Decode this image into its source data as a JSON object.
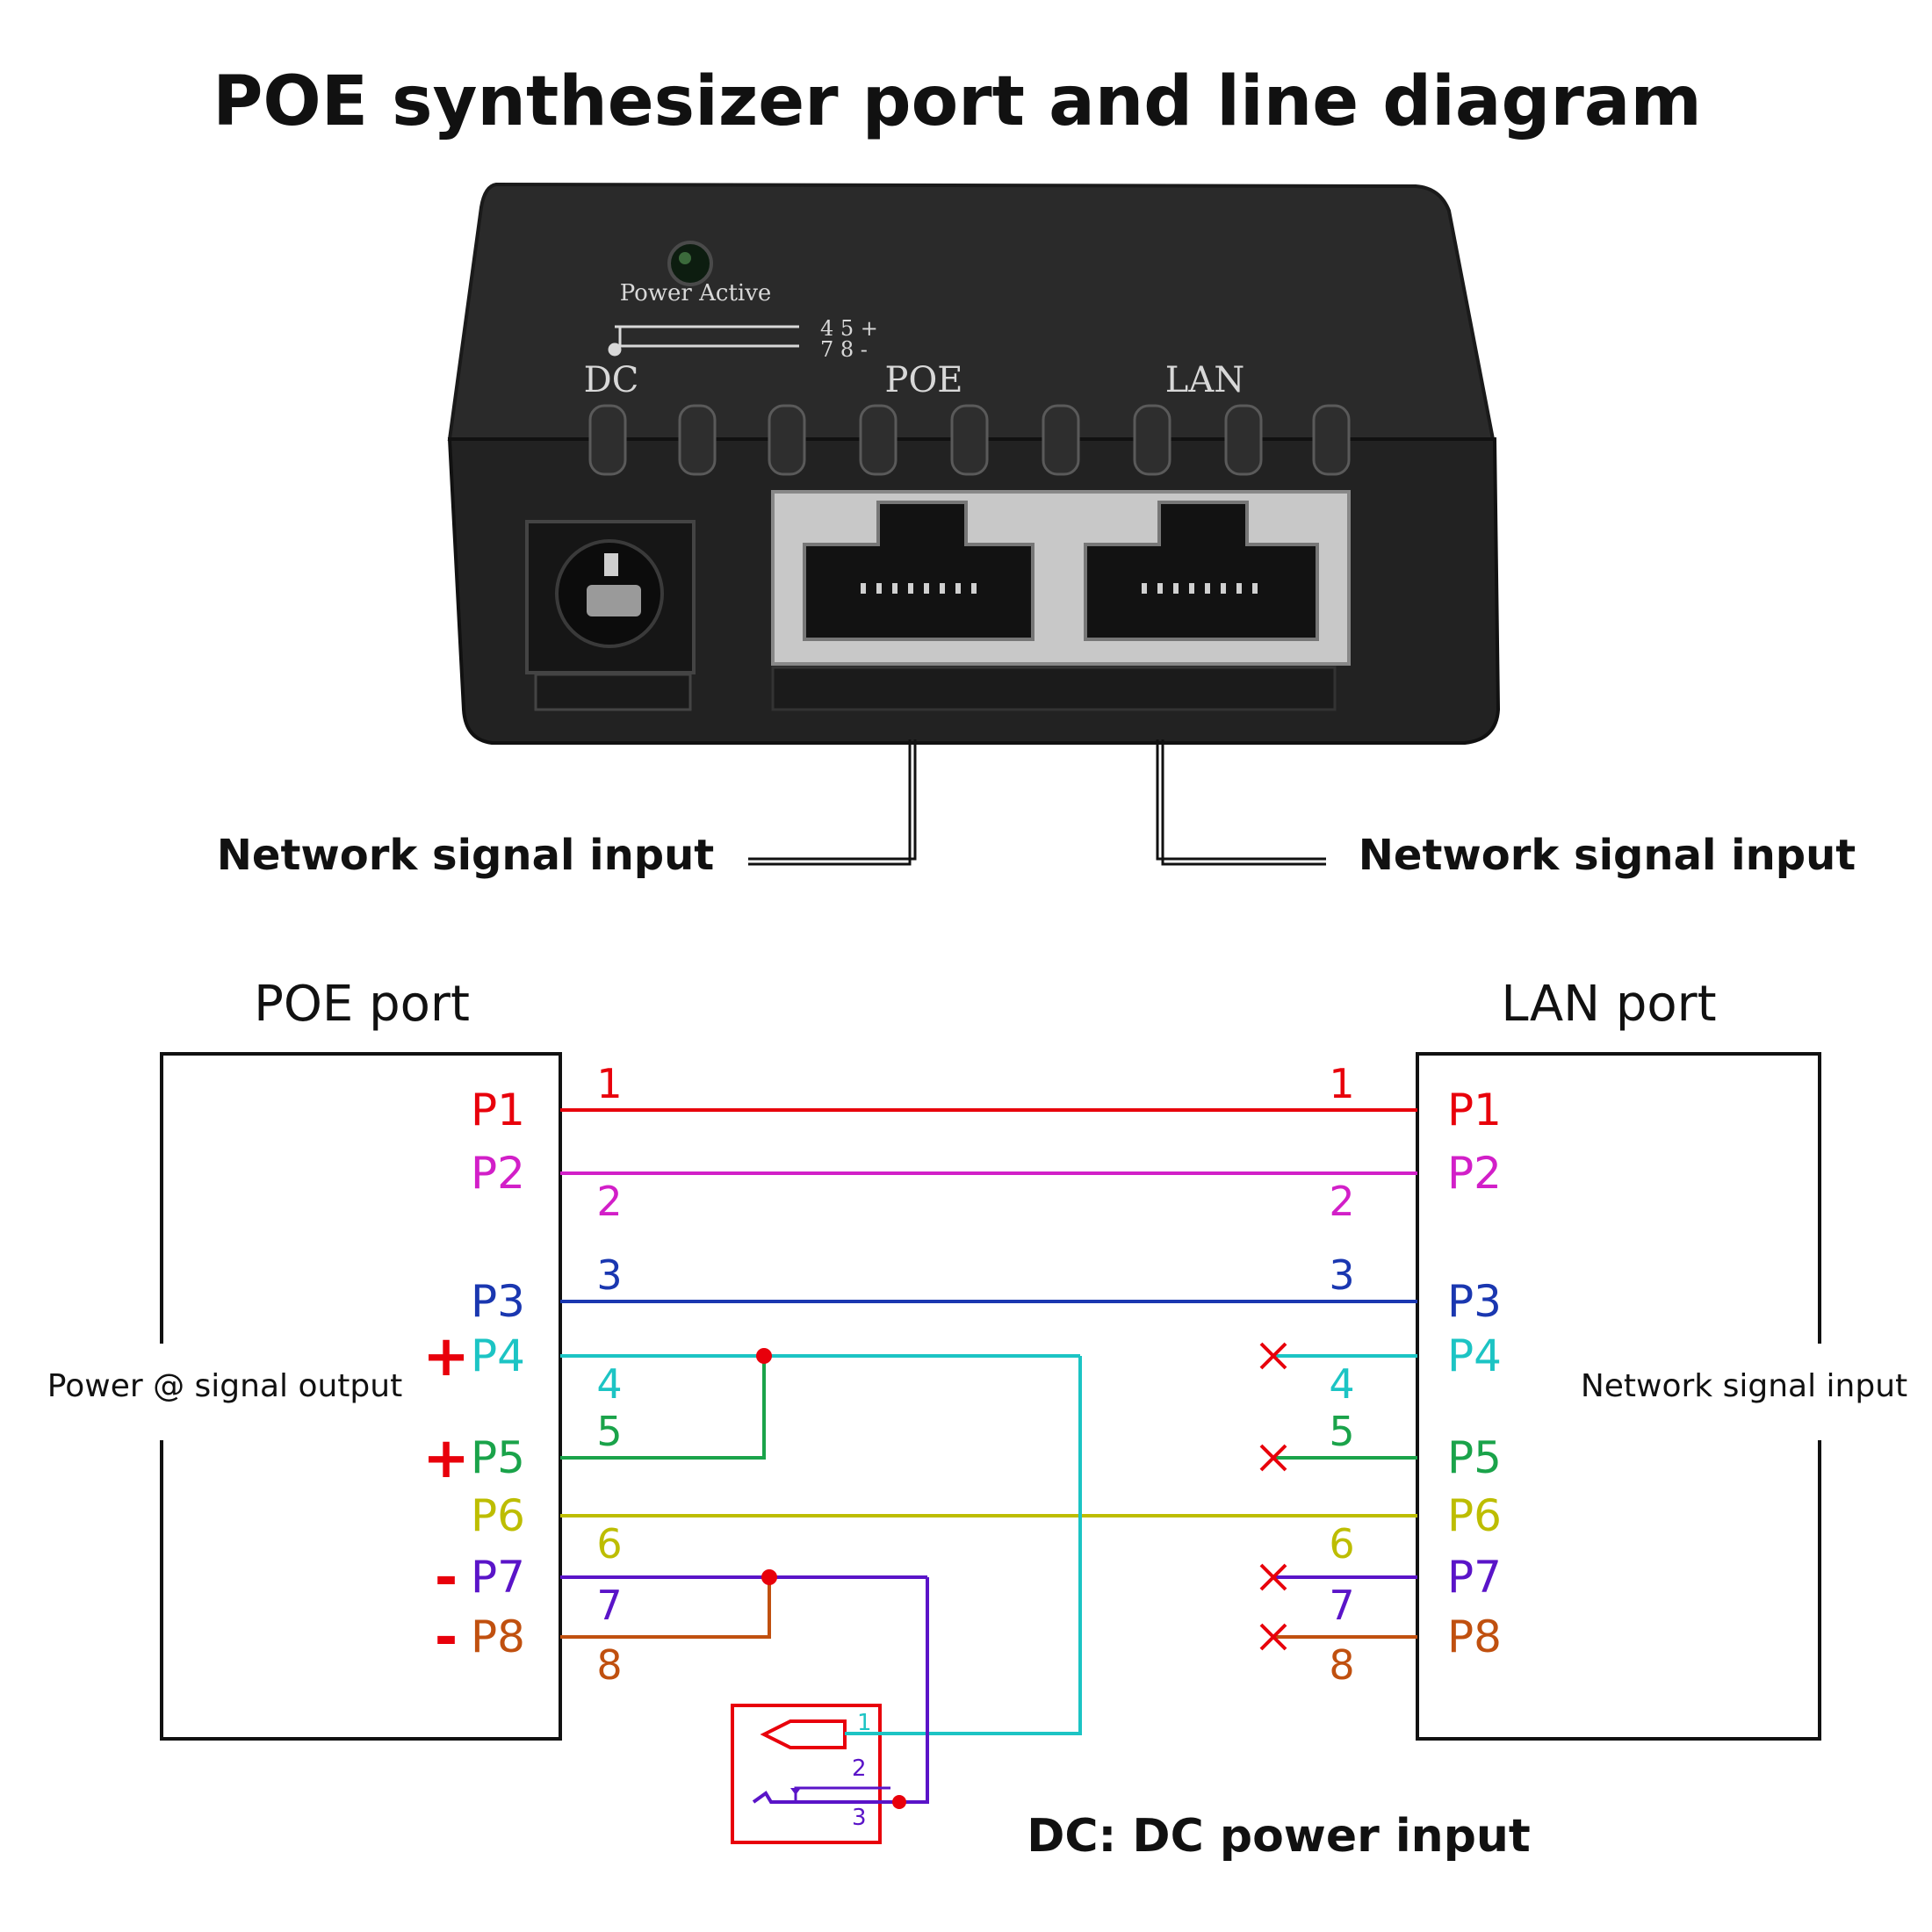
{
  "title": "POE synthesizer port and line diagram",
  "device": {
    "led_label": "Power Active",
    "polarity_top": "4 5 +",
    "polarity_bottom": "7 8 -",
    "port_dc": "DC",
    "port_poe": "POE",
    "port_lan": "LAN"
  },
  "callouts": {
    "left": "Network signal input",
    "right": "Network signal input"
  },
  "poe_port": {
    "header": "POE port",
    "side_label": "Power @ signal output"
  },
  "lan_port": {
    "header": "LAN port",
    "side_label": "Network signal input"
  },
  "pins": [
    {
      "pin": "P1",
      "num": "1",
      "color": "#e8000b",
      "sign": "",
      "lan_connected": true
    },
    {
      "pin": "P2",
      "num": "2",
      "color": "#d21fc8",
      "sign": "",
      "lan_connected": true
    },
    {
      "pin": "P3",
      "num": "3",
      "color": "#1a37b0",
      "sign": "",
      "lan_connected": true
    },
    {
      "pin": "P4",
      "num": "4",
      "color": "#1cc4c4",
      "sign": "+",
      "lan_connected": false
    },
    {
      "pin": "P5",
      "num": "5",
      "color": "#1aa34a",
      "sign": "+",
      "lan_connected": false
    },
    {
      "pin": "P6",
      "num": "6",
      "color": "#bdbd00",
      "sign": "",
      "lan_connected": true
    },
    {
      "pin": "P7",
      "num": "7",
      "color": "#5a14c8",
      "sign": "-",
      "lan_connected": false
    },
    {
      "pin": "P8",
      "num": "8",
      "color": "#c0500f",
      "sign": "-",
      "lan_connected": false
    }
  ],
  "dc_jack": {
    "pin1": "1",
    "pin2": "2",
    "pin3": "3",
    "label": "DC: DC power input"
  },
  "colors": {
    "red": "#e8000b",
    "cyan": "#1cc4c4",
    "purple": "#5a14c8",
    "device_body": "#262626"
  }
}
